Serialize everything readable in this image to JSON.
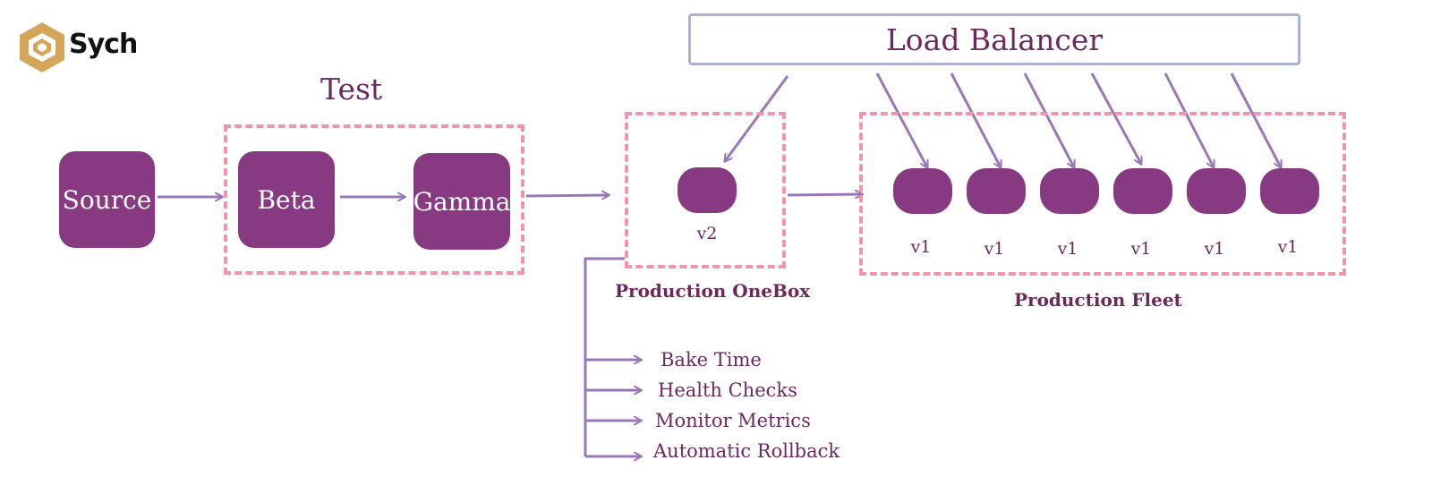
{
  "brand": {
    "name": "Sych",
    "accent": "#d3a65a"
  },
  "colors": {
    "node": "#873a81",
    "dashed": "#f095ac",
    "arrow": "#9a78b8",
    "lb_border": "#aab2d6",
    "text": "#6b2a5e"
  },
  "load_balancer": {
    "label": "Load Balancer"
  },
  "test_group": {
    "title": "Test"
  },
  "nodes": {
    "source": "Source",
    "beta": "Beta",
    "gamma": "Gamma"
  },
  "onebox": {
    "label": "Production OneBox",
    "version": "v2"
  },
  "fleet": {
    "label": "Production Fleet",
    "versions": [
      "v1",
      "v1",
      "v1",
      "v1",
      "v1",
      "v1"
    ]
  },
  "checks": [
    "Bake Time",
    "Health Checks",
    "Monitor Metrics",
    "Automatic Rollback"
  ]
}
